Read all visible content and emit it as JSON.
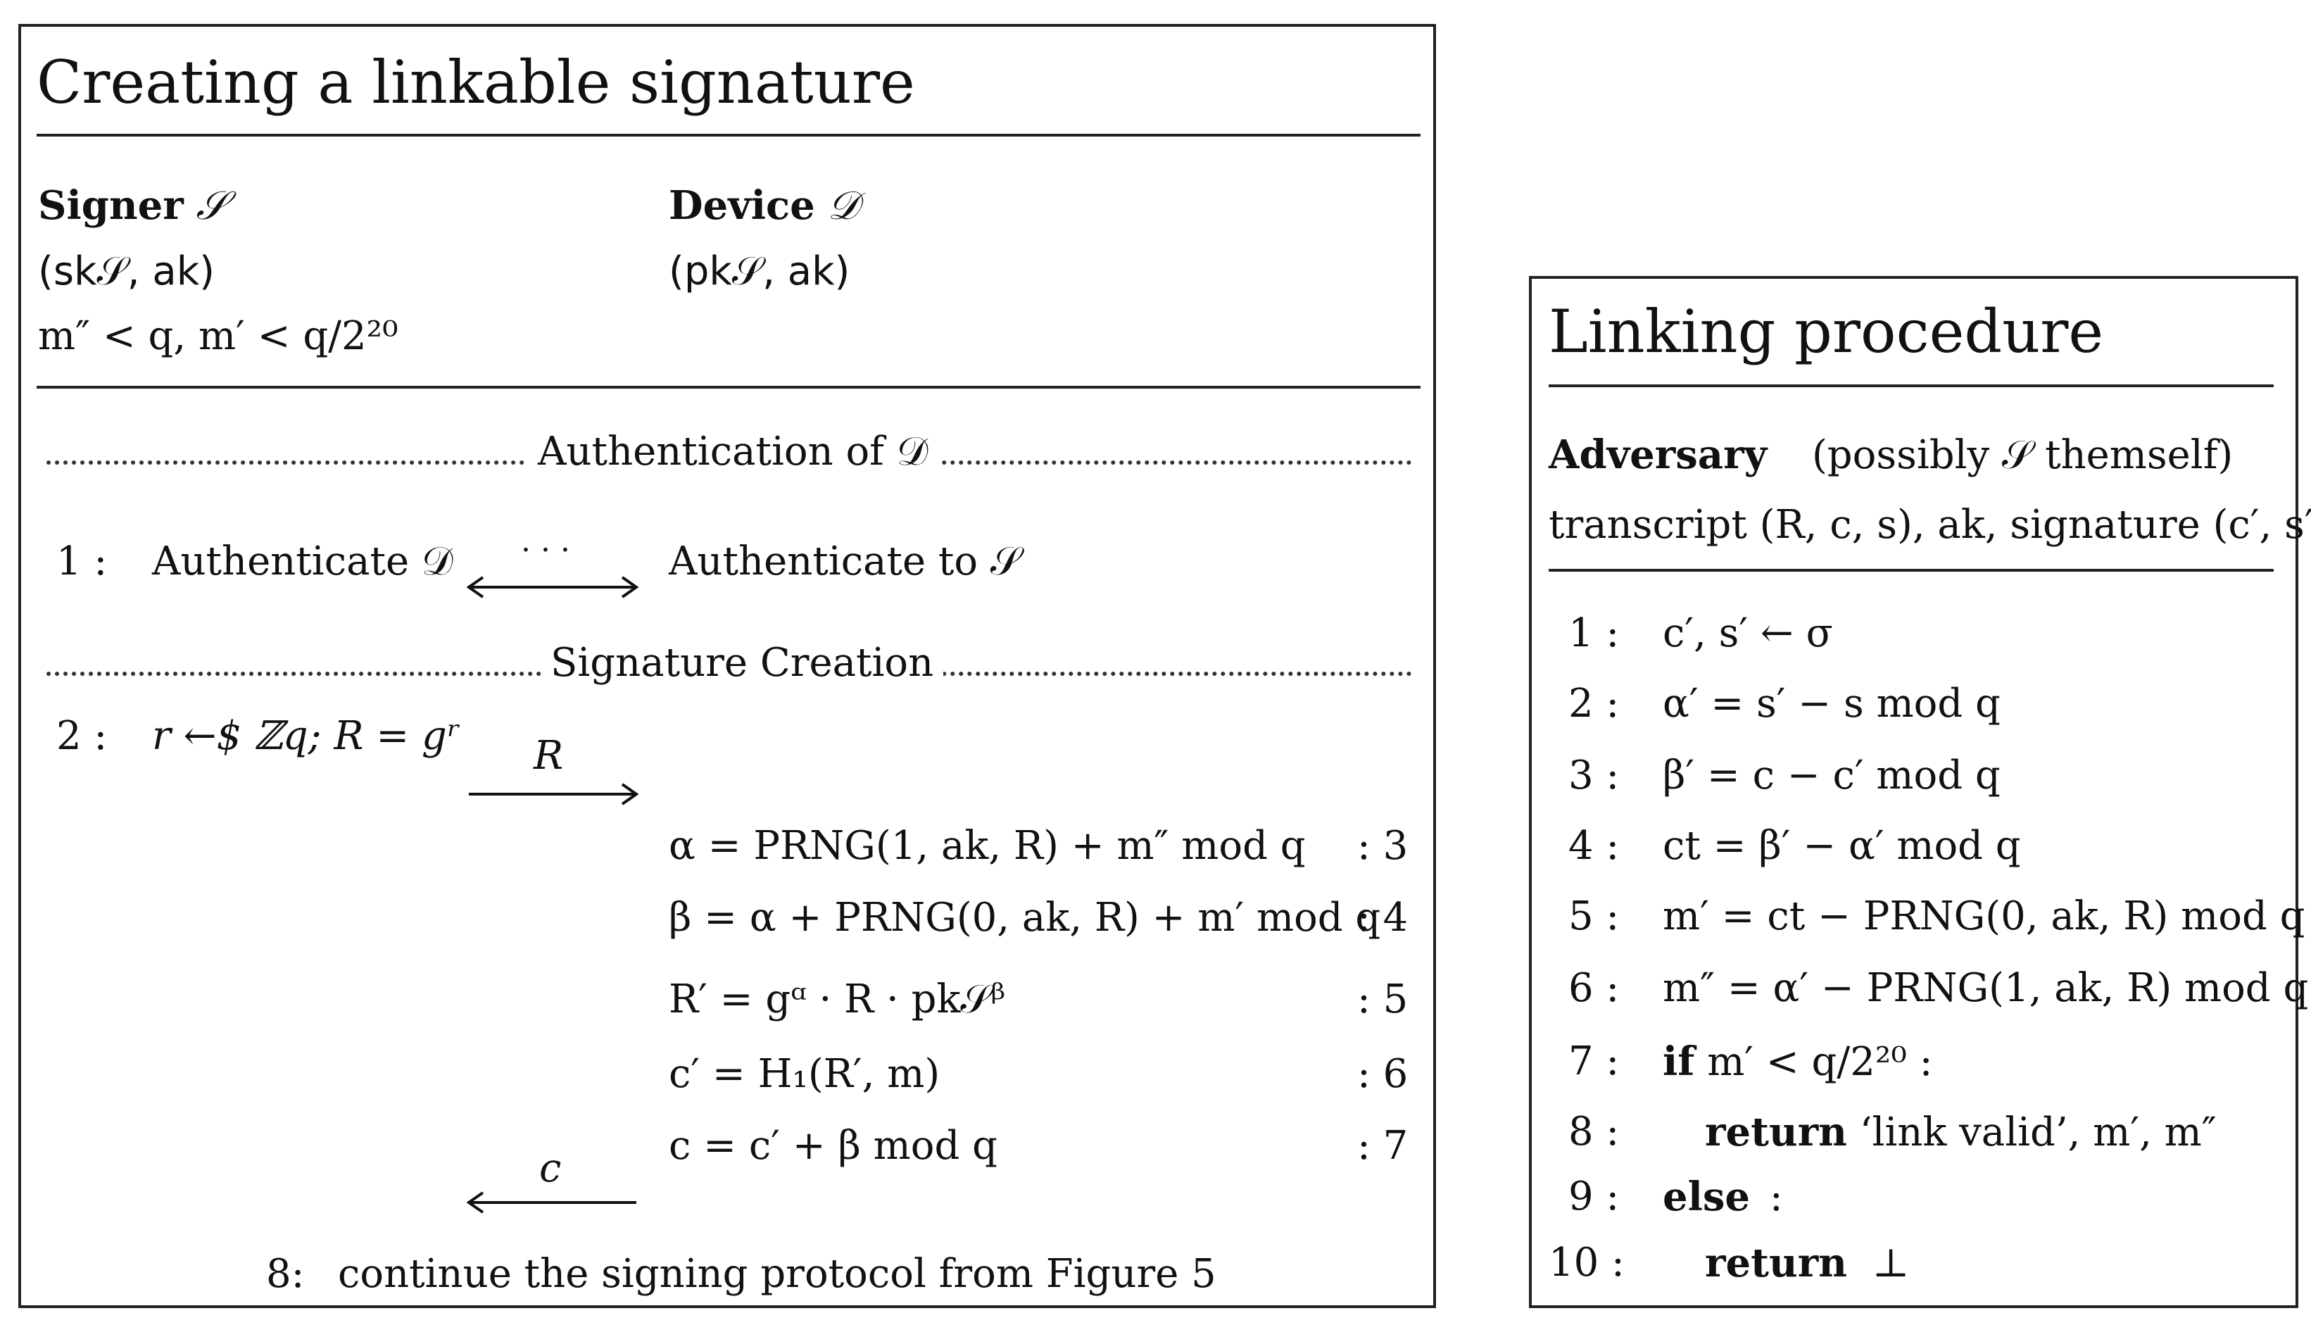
{
  "left": {
    "title": "Creating a linkable signature",
    "signer_header_bold": "Signer",
    "signer_header_sym": "𝒮",
    "device_header_bold": "Device",
    "device_header_sym": "𝒟",
    "signer_keys": "(sk𝒮, ak)",
    "device_keys": "(pk𝒮, ak)",
    "msg_constraint": "m″ < q, m′ < q/2²⁰",
    "section_auth": "Authentication of 𝒟",
    "step1_num": "1 :",
    "step1_left": "Authenticate 𝒟",
    "step1_arrow_label": "· · ·",
    "step1_right": "Authenticate to 𝒮",
    "section_sig": "Signature Creation",
    "step2_num": "2 :",
    "step2_left": "r ←$ ℤq; R = gʳ",
    "step2_arrow_label": "R",
    "device_steps": [
      {
        "expr": "α = PRNG(1, ak, R) + m″ mod q",
        "num": ": 3"
      },
      {
        "expr": "β = α + PRNG(0, ak, R) + m′ mod q",
        "num": ": 4"
      },
      {
        "expr": "R′ = gᵅ · R · pk𝒮ᵝ",
        "num": ": 5"
      },
      {
        "expr": "c′ = H₁(R′, m)",
        "num": ": 6"
      },
      {
        "expr": "c = c′ + β mod q",
        "num": ": 7"
      }
    ],
    "return_arrow_label": "c",
    "step8_num": "8:",
    "step8_text": "continue the signing protocol from Figure 5"
  },
  "right": {
    "title": "Linking procedure",
    "adversary_bold": "Adversary",
    "adversary_note": "(possibly 𝒮 themself)",
    "inputs": "transcript (R, c, s), ak, signature (c′, s′)",
    "steps": [
      {
        "num": "1 :",
        "kw": "",
        "text": "c′, s′ ← σ"
      },
      {
        "num": "2 :",
        "kw": "",
        "text": "α′ = s′ − s mod q"
      },
      {
        "num": "3 :",
        "kw": "",
        "text": "β′ = c − c′ mod q"
      },
      {
        "num": "4 :",
        "kw": "",
        "text": "ct = β′ − α′ mod q"
      },
      {
        "num": "5 :",
        "kw": "",
        "text": "m′ = ct − PRNG(0, ak, R) mod q"
      },
      {
        "num": "6 :",
        "kw": "",
        "text": "m″ = α′ − PRNG(1, ak, R) mod q"
      },
      {
        "num": "7 :",
        "kw": "if",
        "text": "m′ < q/2²⁰ :"
      },
      {
        "num": "8 :",
        "kw": "return",
        "text": "‘link valid’, m′, m″"
      },
      {
        "num": "9 :",
        "kw": "else",
        "text": ":"
      },
      {
        "num": "10 :",
        "kw": "return",
        "text": "⊥"
      }
    ]
  }
}
